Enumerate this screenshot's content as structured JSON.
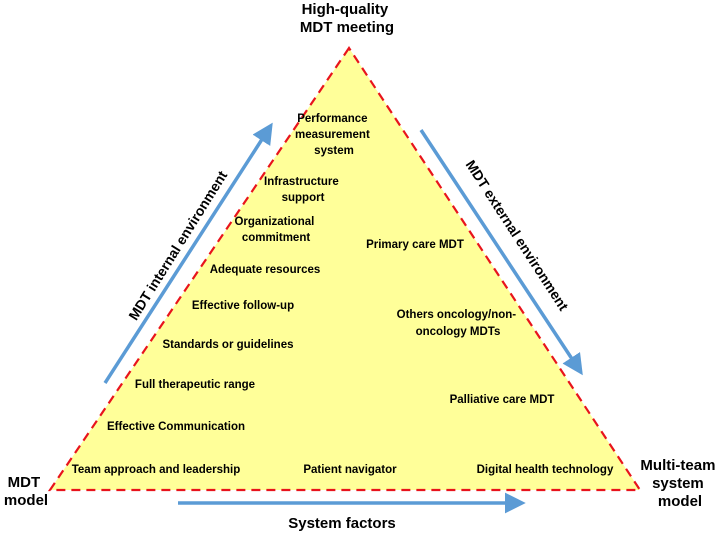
{
  "corners": {
    "top": [
      "High-quality",
      "MDT meeting"
    ],
    "bottom_left": [
      "MDT",
      "model"
    ],
    "bottom_right": [
      "Multi-team",
      "system",
      "model"
    ]
  },
  "environments": {
    "internal": "MDT internal environment",
    "external": "MDT external environment",
    "system": "System factors"
  },
  "internal_factors": [
    [
      "Performance",
      "measurement",
      "system"
    ],
    [
      "Infrastructure",
      "support"
    ],
    [
      "Organizational",
      "commitment"
    ],
    [
      "Adequate resources"
    ],
    [
      "Effective follow-up"
    ],
    [
      "Standards or guidelines"
    ],
    [
      "Full therapeutic range"
    ],
    [
      "Effective Communication"
    ],
    [
      "Team approach and leadership"
    ]
  ],
  "external_factors": [
    [
      "Primary care MDT"
    ],
    [
      "Others oncology/non-",
      "oncology MDTs"
    ],
    [
      "Palliative care MDT"
    ]
  ],
  "system_factors": [
    [
      "Patient navigator"
    ],
    [
      "Digital health technology"
    ]
  ],
  "colors": {
    "triangle_fill": "#ffff99",
    "triangle_border": "#e8141c",
    "arrow": "#5b9bd5"
  }
}
